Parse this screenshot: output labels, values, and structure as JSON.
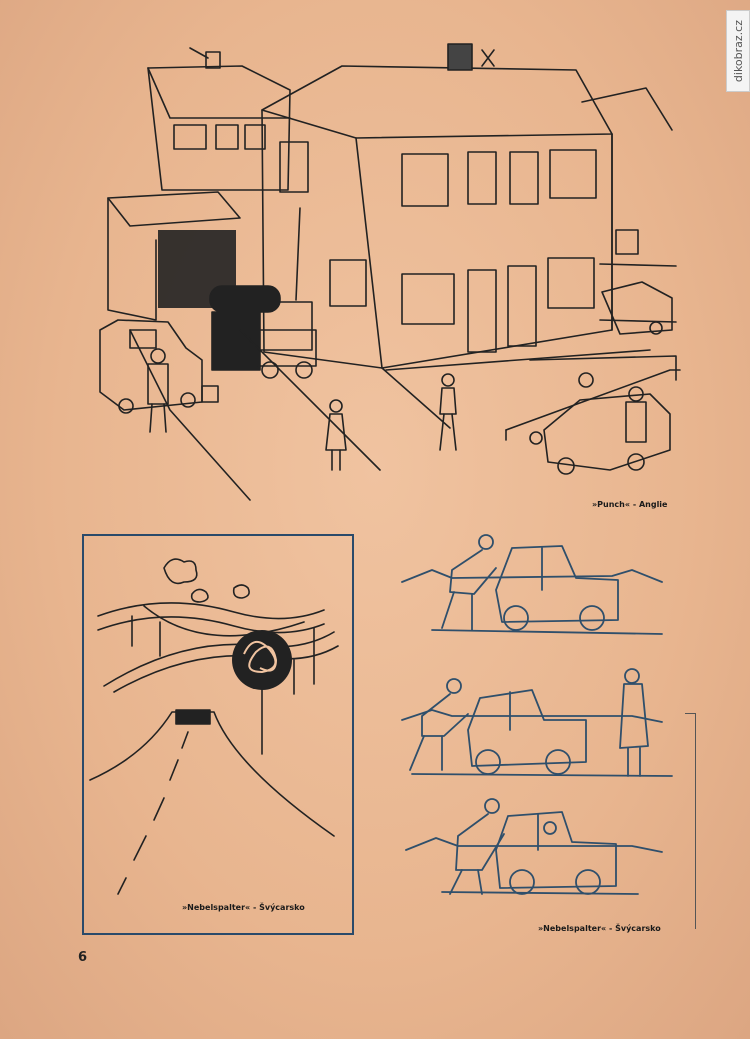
{
  "watermark": "dikobraz.cz",
  "page_number": "6",
  "cartoons": [
    {
      "caption_source": "»Punch«",
      "caption_sep": "-",
      "caption_country": "Anglie"
    },
    {
      "caption_source": "»Nebelspalter«",
      "caption_sep": "-",
      "caption_country": "Švýcarsko"
    },
    {
      "caption_source": "»Nebelspalter«",
      "caption_sep": "-",
      "caption_country": "Švýcarsko"
    }
  ],
  "colors": {
    "paper": "#e9b792",
    "ink": "#222222",
    "frame": "#2a4a6a"
  }
}
